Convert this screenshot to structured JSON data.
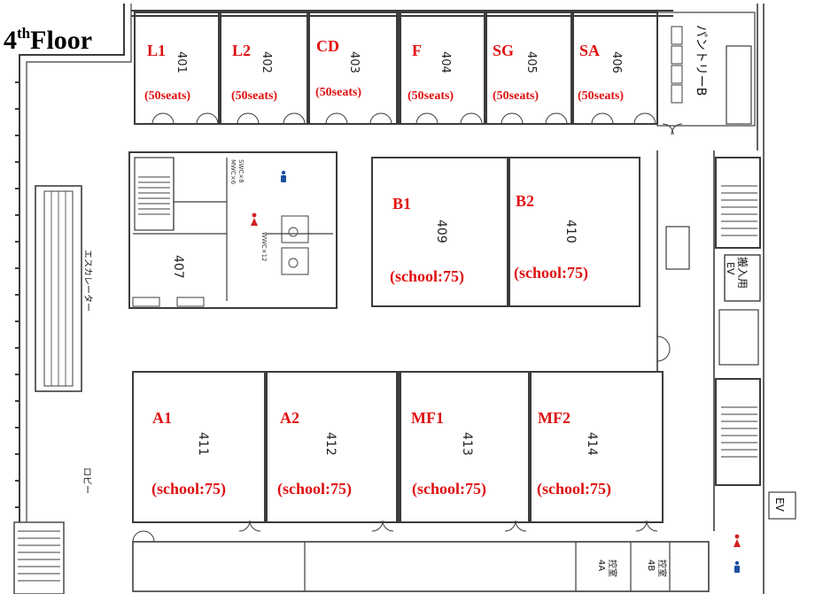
{
  "floor": {
    "main": "4",
    "sup": "th",
    "word": "Floor"
  },
  "top_rooms": [
    {
      "code": "L1",
      "number": "401",
      "seats": "(50seats)"
    },
    {
      "code": "L2",
      "number": "402",
      "seats": "(50seats)"
    },
    {
      "code": "CD",
      "number": "403",
      "seats": "(50seats)"
    },
    {
      "code": "F",
      "number": "404",
      "seats": "(50seats)"
    },
    {
      "code": "SG",
      "number": "405",
      "seats": "(50seats)"
    },
    {
      "code": "SA",
      "number": "406",
      "seats": "(50seats)"
    }
  ],
  "middle_rooms": [
    {
      "code": "B1",
      "number": "409",
      "capacity": "(school:75)"
    },
    {
      "code": "B2",
      "number": "410",
      "capacity": "(school:75)"
    }
  ],
  "bottom_rooms": [
    {
      "code": "A1",
      "number": "411",
      "capacity": "(school:75)"
    },
    {
      "code": "A2",
      "number": "412",
      "capacity": "(school:75)"
    },
    {
      "code": "MF1",
      "number": "413",
      "capacity": "(school:75)"
    },
    {
      "code": "MF2",
      "number": "414",
      "capacity": "(school:75)"
    }
  ],
  "other_labels": {
    "room_407": "407",
    "pantry": "パントリーB",
    "escalator": "エスカレーター",
    "lobby": "ロビー",
    "freight_ev_1": "搬入用",
    "freight_ev_2": "EV",
    "ev": "EV",
    "waiting_4a_1": "控室",
    "waiting_4a_2": "4A",
    "waiting_4b_1": "控室",
    "waiting_4b_2": "4B",
    "mwc": "MWC×6",
    "swc": "SWC×8",
    "wwc": "WWC×12"
  },
  "colors": {
    "label_red": "#e01010",
    "wall": "#3c3c3c",
    "male_icon": "#1a4fa0",
    "female_icon": "#d02020"
  }
}
